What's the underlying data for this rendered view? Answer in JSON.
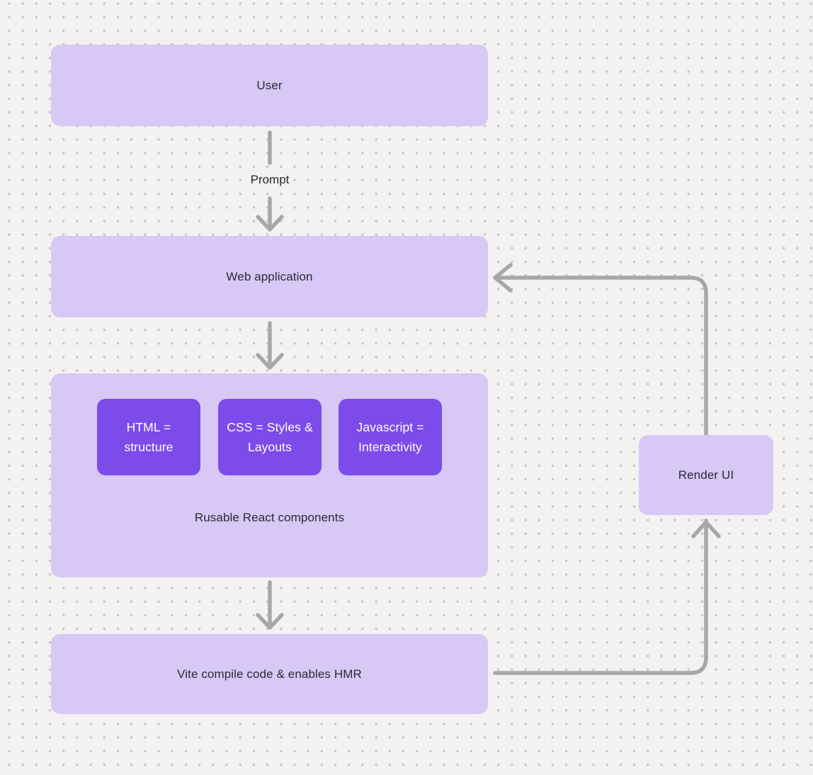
{
  "colors": {
    "canvas_bg": "#f3f2f0",
    "dot_color": "#c8c6c3",
    "node_fill": "#d7c8f6",
    "accent_fill": "#7c4be9",
    "line_color": "#a9a7a5",
    "text_dark": "#2b2933",
    "text_light": "#ffffff"
  },
  "nodes": {
    "user": {
      "label": "User"
    },
    "web_application": {
      "label": "Web application"
    },
    "components_group": {
      "label": "Rusable React components"
    },
    "html": {
      "label": "HTML = structure"
    },
    "css": {
      "label": "CSS = Styles & Layouts"
    },
    "javascript": {
      "label": "Javascript = Interactivity"
    },
    "vite": {
      "label": "Vite compile code & enables HMR"
    },
    "render_ui": {
      "label": "Render UI"
    }
  },
  "edges": {
    "user_to_web": {
      "label": "Prompt"
    }
  }
}
